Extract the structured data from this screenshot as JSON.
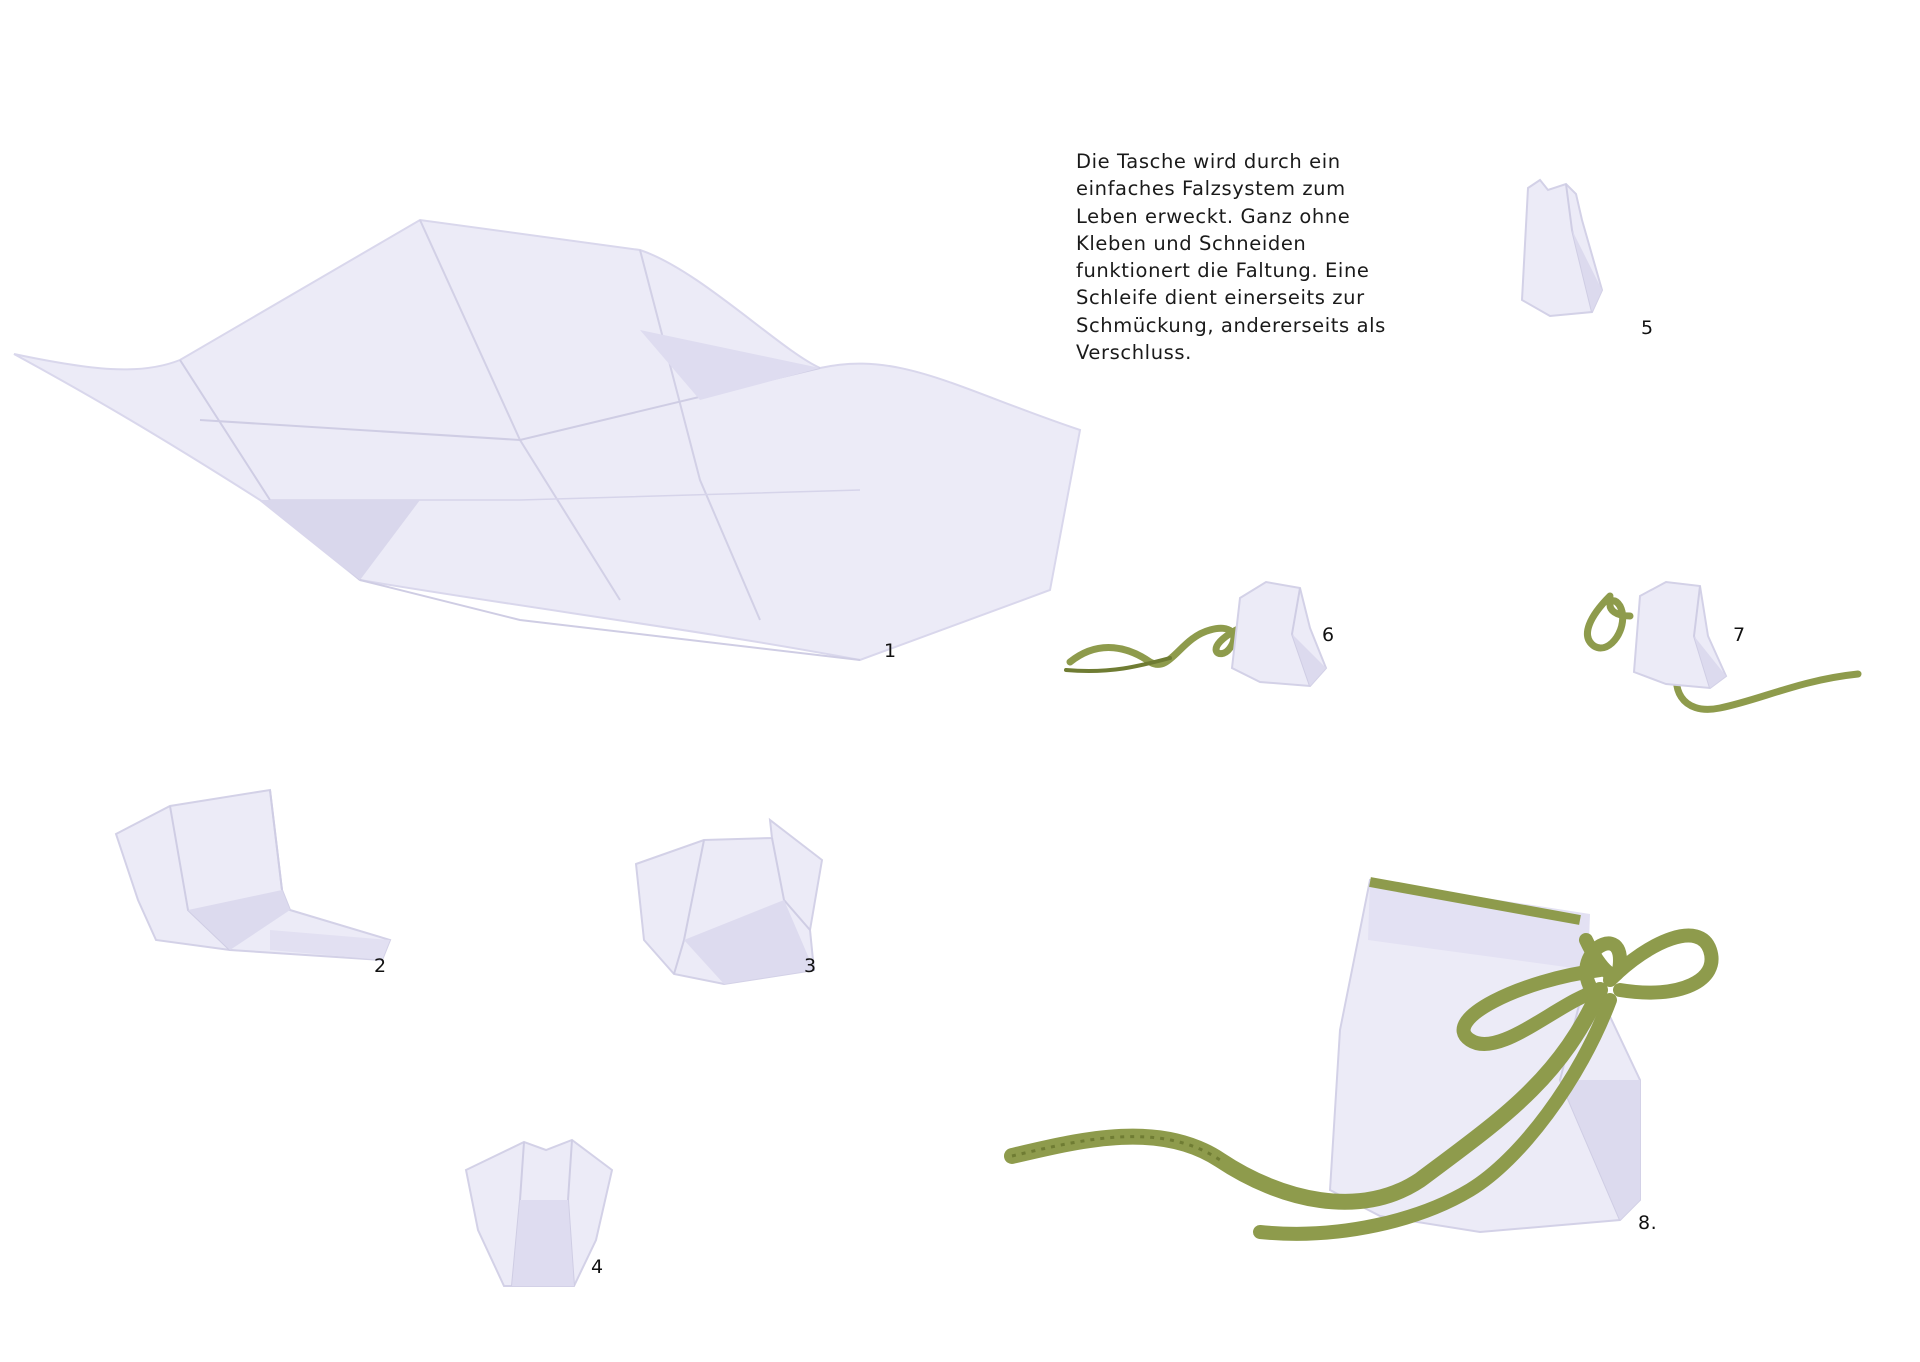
{
  "description": {
    "lines": [
      "Die Tasche wird durch ein",
      "einfaches Falzsystem zum",
      "Leben erweckt. Ganz ohne",
      "Kleben und Schneiden",
      "funktionert die Faltung. Eine",
      "Schleife dient einerseits zur",
      "Schmückung, andererseits als",
      "Verschluss."
    ]
  },
  "steps": [
    {
      "label": "1"
    },
    {
      "label": "2"
    },
    {
      "label": "3"
    },
    {
      "label": "4"
    },
    {
      "label": "5"
    },
    {
      "label": "6"
    },
    {
      "label": "7"
    },
    {
      "label": "8."
    }
  ],
  "colors": {
    "paper": "#ecebf7",
    "paper_shade": "#d6d4ea",
    "paper_light": "#f7f7fd",
    "ribbon": "#8e9b4c",
    "ribbon_dark": "#6f7c33"
  }
}
